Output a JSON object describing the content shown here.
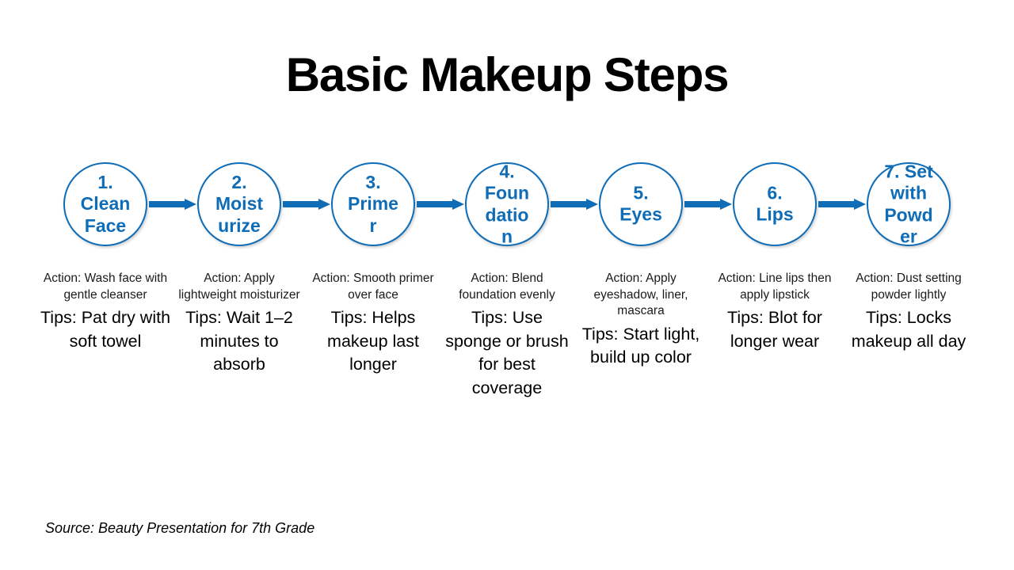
{
  "slide": {
    "title": "Basic Makeup Steps",
    "source": "Source: Beauty Presentation for 7th Grade",
    "accent_color": "#0F6CB6",
    "background_color": "#FFFFFF",
    "text_color": "#000000"
  },
  "steps": [
    {
      "number": "1.",
      "name": "Clean Face",
      "circle_label": "1. Clean Face",
      "action": "Action: Wash face with gentle cleanser",
      "tip": "Tips: Pat dry with soft towel"
    },
    {
      "number": "2.",
      "name": "Moisturize",
      "circle_label": "2. Moisturize",
      "action": "Action: Apply lightweight moisturizer",
      "tip": "Tips: Wait 1–2 minutes to absorb"
    },
    {
      "number": "3.",
      "name": "Primer",
      "circle_label": "3. Primer",
      "action": "Action: Smooth primer over face",
      "tip": "Tips: Helps makeup last longer"
    },
    {
      "number": "4.",
      "name": "Foundation",
      "circle_label": "4. Foundation",
      "action": "Action: Blend foundation evenly",
      "tip": "Tips: Use sponge or brush for best coverage"
    },
    {
      "number": "5.",
      "name": "Eyes",
      "circle_label": "5. Eyes",
      "action": "Action: Apply eyeshadow, liner, mascara",
      "tip": "Tips: Start light, build up color"
    },
    {
      "number": "6.",
      "name": "Lips",
      "circle_label": "6. Lips",
      "action": "Action: Line lips then apply lipstick",
      "tip": "Tips: Blot for longer wear"
    },
    {
      "number": "7.",
      "name": "Set with Powder",
      "circle_label": "7. Set with Powder",
      "action": "Action: Dust setting powder lightly",
      "tip": "Tips: Locks makeup all day"
    }
  ],
  "connectors": [
    {
      "from": "1",
      "to": "2",
      "glyph": "arrow-right"
    },
    {
      "from": "2",
      "to": "3",
      "glyph": "arrow-right"
    },
    {
      "from": "3",
      "to": "4",
      "glyph": "arrow-right"
    },
    {
      "from": "4",
      "to": "5",
      "glyph": "arrow-right"
    },
    {
      "from": "5",
      "to": "6",
      "glyph": "arrow-right"
    },
    {
      "from": "6",
      "to": "7",
      "glyph": "arrow-right"
    }
  ]
}
